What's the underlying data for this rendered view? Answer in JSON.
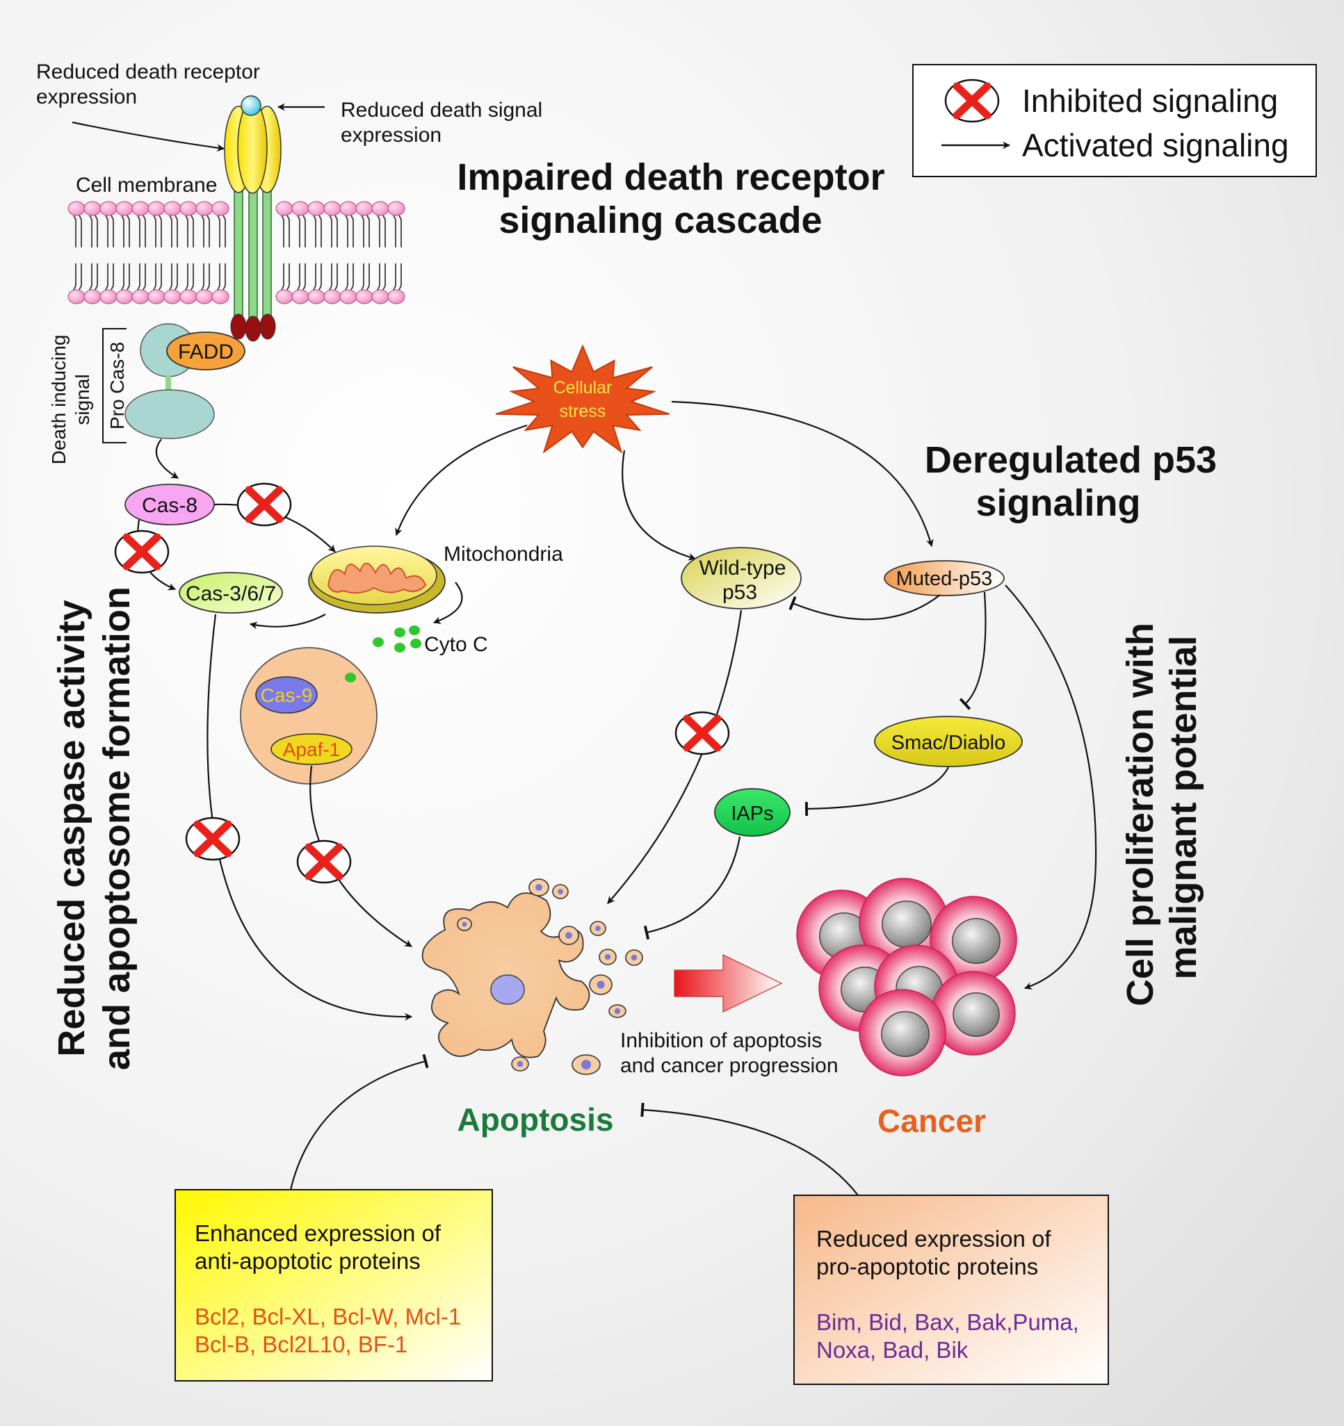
{
  "title": {
    "line1": "Impaired death receptor",
    "line2": "signaling cascade"
  },
  "legend": {
    "inhibited": "Inhibited signaling",
    "activated": "Activated signaling"
  },
  "membrane": {
    "reduced_receptor_line1": "Reduced death receptor",
    "reduced_receptor_line2": "expression",
    "reduced_signal_line1": "Reduced death signal",
    "reduced_signal_line2": "expression",
    "cell_membrane": "Cell membrane",
    "fadd": "FADD",
    "pro_cas8": "Pro Cas-8",
    "death_inducing_line1": "Death inducing",
    "death_inducing_line2": "signal"
  },
  "caspase": {
    "cas8": "Cas-8",
    "cas367": "Cas-3/6/7",
    "cas9": "Cas-9",
    "apaf1": "Apaf-1",
    "mitochondria": "Mitochondria",
    "cyto_c": "Cyto C"
  },
  "p53": {
    "cellular_stress_line1": "Cellular",
    "cellular_stress_line2": "stress",
    "wild_line1": "Wild-type",
    "wild_line2": "p53",
    "muted": "Muted-p53",
    "smac": "Smac/Diablo",
    "iaps": "IAPs",
    "deregulated_line1": "Deregulated p53",
    "deregulated_line2": "signaling"
  },
  "side_labels": {
    "left_line1": "Reduced caspase activity",
    "left_line2": "and apoptosome formation",
    "right_line1": "Cell proliferation with",
    "right_line2": "malignant potential"
  },
  "outcomes": {
    "apoptosis": "Apoptosis",
    "cancer": "Cancer",
    "inhibition_line1": "Inhibition of apoptosis",
    "inhibition_line2": "and cancer progression"
  },
  "anti_box": {
    "heading_line1": "Enhanced expression of",
    "heading_line2": "anti-apoptotic proteins",
    "proteins_line1": "Bcl2, Bcl-XL, Bcl-W, Mcl-1",
    "proteins_line2": "Bcl-B, Bcl2L10, BF-1"
  },
  "pro_box": {
    "heading_line1": "Reduced expression of",
    "heading_line2": "pro-apoptotic proteins",
    "proteins_line1": "Bim, Bid, Bax, Bak,Puma,",
    "proteins_line2": "Noxa, Bad, Bik"
  },
  "colors": {
    "apoptosis": "#1a7a3a",
    "cancer": "#e8601c",
    "anti_proteins": "#e0501a",
    "pro_proteins": "#6a2a9a",
    "inhibit_x": "#e8221a"
  }
}
